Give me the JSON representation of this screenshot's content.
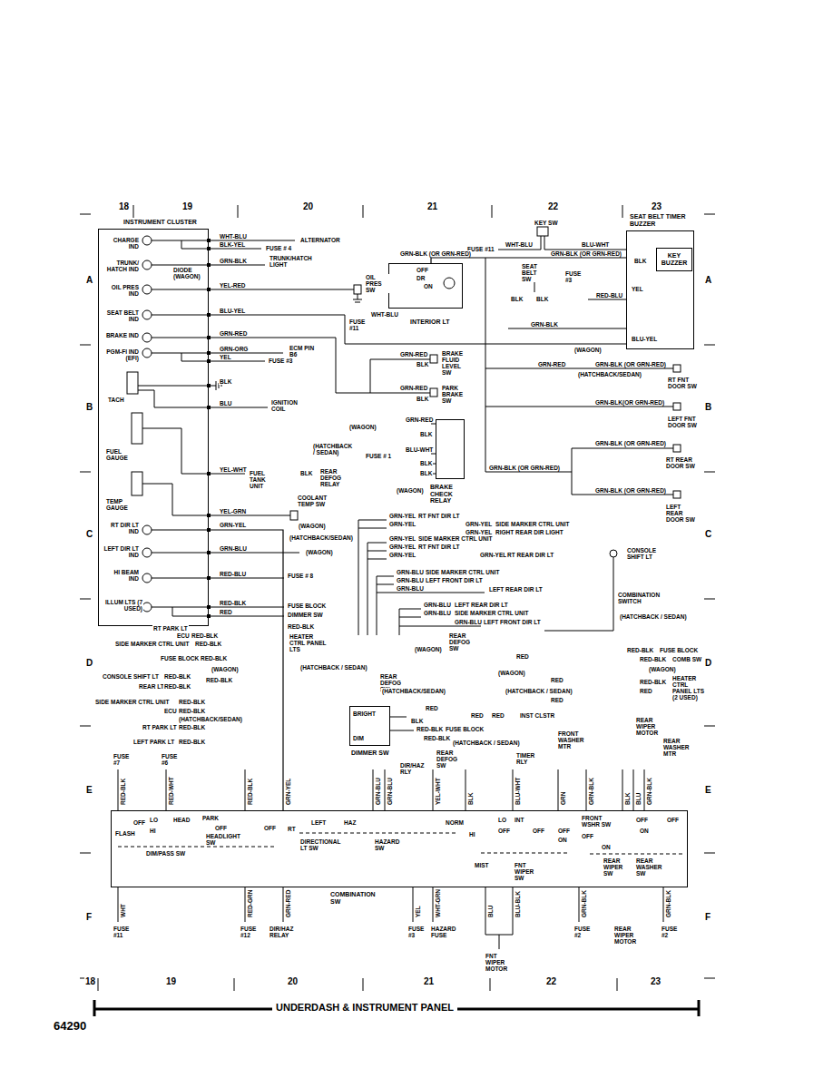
{
  "diagram": {
    "title": "UNDERDASH & INSTRUMENT PANEL",
    "nodes": [
      {
        "text": [
          "INSTRUMENT CLUSTER"
        ]
      },
      {
        "text": [
          "SEAT BELT TIMER BUZZER"
        ]
      },
      {
        "text": [
          "KEY BUZZER"
        ],
        "in": 1
      },
      {
        "text": [
          "BRAKE CHECK RELAY"
        ]
      },
      {
        "text": [
          "INTERIOR LT"
        ]
      },
      {
        "text": [
          "DIMMER SW"
        ]
      },
      {
        "text": [
          "COMBINATION SW"
        ]
      }
    ],
    "edges": [
      {
        "from": 0,
        "to": 6,
        "arrow": "none"
      },
      {
        "from": 4,
        "to": 1,
        "arrow": "none"
      }
    ],
    "labels": [
      "18",
      "19",
      "20",
      "21",
      "22",
      "23",
      "18",
      "19",
      "20",
      "21",
      "22",
      "23",
      "A",
      "A",
      "B",
      "B",
      "C",
      "C",
      "D",
      "D",
      "E",
      "E",
      "F",
      "F",
      "64290",
      "CHARGE IND",
      "TRUNK/ HATCH IND",
      "OIL PRES IND",
      "SEAT BELT IND",
      "BRAKE IND",
      "PGM-FI IND (EFI)",
      "TACH",
      "FUEL GAUGE",
      "TEMP GAUGE",
      "RT DIR LT IND",
      "LEFT DIR LT IND",
      "HI BEAM IND",
      "ILLUM LTS (7 USED)",
      "WHT-BLU",
      "BLK-YEL",
      "ALTERNATOR",
      "FUSE # 4",
      "GRN-BLK",
      "TRUNK/HATCH LIGHT",
      "DIODE (WAGON)",
      "YEL-RED",
      "OIL PRES SW",
      "BLU-YEL",
      "FUSE #11",
      "GRN-RED",
      "GRN-ORG",
      "YEL",
      "ECM PIN B6",
      "FUSE #3",
      "BLK",
      "BLU",
      "IGNITION COIL",
      "YEL-WHT",
      "FUEL TANK UNIT",
      "YEL-GRN",
      "COOLANT TEMP SW",
      "GRN-YEL",
      "(WAGON)",
      "(HATCHBACK/SEDAN)",
      "GRN-BLU",
      "(WAGON)",
      "RED-BLU",
      "FUSE # 8",
      "RED-BLK",
      "RED",
      "FUSE BLOCK",
      "DIMMER SW",
      "KEY SW",
      "FUSE #11",
      "WHT-BLU",
      "BLU-WHT",
      "GRN-BLK (OR GRN-RED)",
      "GRN-BLK (OR GRN-RED)",
      "BLK",
      "SEAT BELT SW",
      "FUSE #3",
      "YEL",
      "RED-BLU",
      "BLK",
      "BLK",
      "WHT-BLU",
      "GRN-BLK",
      "BLU-YEL",
      "(WAGON)",
      "GRN-BLK (OR GRN-RED)",
      "GRN-RED",
      "(HATCHBACK/SEDAN)",
      "RT FNT DOOR SW",
      "GRN-RED",
      "BLK",
      "BRAKE FLUID LEVEL SW",
      "GRN-RED",
      "BLK",
      "PARK BRAKE SW",
      "GRN-BLK(OR GRN-RED)",
      "LEFT FNT DOOR SW",
      "GRN-RED",
      "(WAGON)",
      "BLK",
      "(HATCHBACK / SEDAN)",
      "FUSE # 1",
      "BLU-WHT",
      "BLK",
      "BLK",
      "BLK",
      "REAR DEFOG RELAY",
      "(WAGON)",
      "GRN-BLK (OR GRN-RED)",
      "RT REAR DOOR SW",
      "GRN-BLK (OR GRN-RED)",
      "GRN-BLK (OR GRN-RED)",
      "LEFT REAR DOOR SW",
      "GRN-YEL",
      "RT FNT DIR LT",
      "GRN-YEL",
      "GRN-YEL",
      "SIDE MARKER CTRL UNIT",
      "GRN-YEL",
      "RIGHT REAR DIR LIGHT",
      "GRN-YEL",
      "SIDE MARKER CTRL UNIT",
      "GRN-YEL",
      "RT FNT DIR LT",
      "GRN-YEL",
      "GRN-YEL",
      "RT REAR DIR LT",
      "CONSOLE SHIFT LT",
      "GRN-BLU",
      "SIDE MARKER CTRL UNIT",
      "GRN-BLU",
      "LEFT FRONT DIR LT",
      "GRN-BLU",
      "LEFT REAR DIR LT",
      "COMBINATION SWITCH",
      "GRN-BLU",
      "LEFT REAR DIR LT",
      "GRN-BLU",
      "SIDE MARKER CTRL UNIT",
      "GRN-BLU",
      "LEFT FRONT DIR LT",
      "(HATCHBACK / SEDAN)",
      "RT PARK LT",
      "RED-BLK",
      "ECU",
      "RED-BLK",
      "SIDE MARKER CTRL UNIT",
      "RED-BLK",
      "HEATER CTRL PANEL LTS",
      "FUSE BLOCK",
      "RED-BLK",
      "(WAGON)",
      "(HATCHBACK / SEDAN)",
      "CONSOLE SHIFT LT",
      "RED-BLK",
      "RED-BLK",
      "REAR LT",
      "RED-BLK",
      "SIDE MARKER CTRL UNIT",
      "RED-BLK",
      "ECU",
      "RED-BLK",
      "(HATCHBACK/SEDAN)",
      "RT PARK LT",
      "RED-BLK",
      "LEFT PARK LT",
      "RED-BLK",
      "(WAGON)",
      "REAR DEFOG SW",
      "REAR DEFOG SW",
      "(HATCHBACK/SEDAN)",
      "RED",
      "RED",
      "(WAGON)",
      "RED",
      "(HATCHBACK / SEDAN)",
      "RED",
      "RED",
      "RED",
      "INST CLSTR",
      "RED-BLK",
      "FUSE BLOCK",
      "RED-BLK",
      "COMB SW",
      "(WAGON)",
      "RED-BLK",
      "HEATER CTRL PANEL LTS (2 USED)",
      "RED",
      "BLK",
      "RED-BLK",
      "FUSE BLOCK",
      "RED-BLK",
      "(HATCHBACK / SEDAN)",
      "REAR DEFOG SW",
      "DIR/HAZ RLY",
      "TIMER RLY",
      "FRONT WASHER MTR",
      "REAR WIPER MOTOR",
      "REAR WASHER MTR",
      "BRIGHT",
      "DIM",
      "FUSE #7",
      "FUSE #6",
      "RED-BLK",
      "RED-WHT",
      "RED-BLK",
      "GRN-YEL",
      "GRN-BLU",
      "GRN-BLU",
      "YEL-WHT",
      "BLK",
      "BLU-WHT",
      "GRN",
      "GRN-BLK",
      "BLK",
      "BLU",
      "GRN-BLK",
      "OFF",
      "LO",
      "HEAD",
      "PARK",
      "FLASH",
      "HI",
      "OFF",
      "OFF",
      "DIM/PASS SW",
      "HEADLIGHT SW",
      "RT",
      "LEFT",
      "HAZ",
      "DIRECTIONAL LT SW",
      "HAZARD SW",
      "NORM",
      "LO",
      "INT",
      "HI",
      "OFF",
      "OFF",
      "MIST",
      "FNT WIPER SW",
      "FRONT WSHR SW",
      "OFF",
      "ON",
      "OFF",
      "ON",
      "REAR WIPER SW",
      "OFF",
      "ON",
      "OFF",
      "REAR WASHER SW",
      "WHT",
      "RED-GRN",
      "GRN-RED",
      "YEL",
      "WHT-GRN",
      "BLU",
      "BLU-BLK",
      "GRN-BLK",
      "GRN-BLK",
      "FUSE #11",
      "FUSE #12",
      "DIR/HAZ RELAY",
      "FUSE #3",
      "HAZARD FUSE",
      "FNT WIPER MOTOR",
      "FUSE #2",
      "REAR WIPER MOTOR",
      "FUSE #2",
      "OFF",
      "DR",
      "ON"
    ]
  }
}
